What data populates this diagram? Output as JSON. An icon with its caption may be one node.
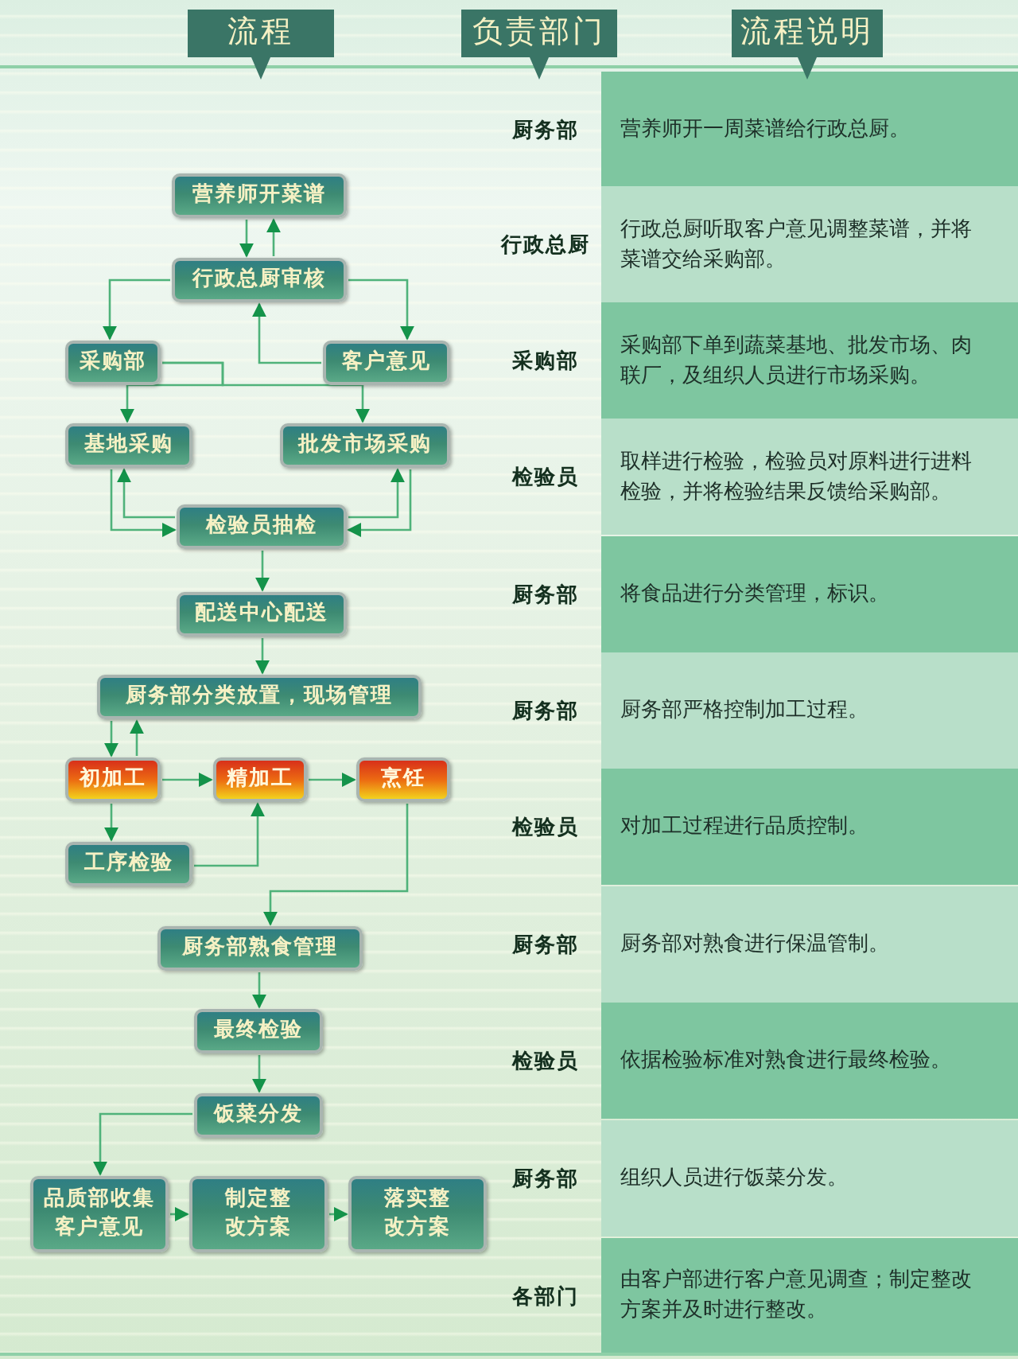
{
  "diagram": {
    "nodes": [
      {
        "text": [
          "流程"
        ]
      },
      {
        "text": [
          "负责部门"
        ]
      },
      {
        "text": [
          "流程说明"
        ]
      },
      {
        "text": [
          "营养师开菜谱"
        ]
      },
      {
        "text": [
          "行政总厨审核"
        ]
      },
      {
        "text": [
          "采购部"
        ]
      },
      {
        "text": [
          "客户意见"
        ]
      },
      {
        "text": [
          "基地采购"
        ]
      },
      {
        "text": [
          "批发市场采购"
        ]
      },
      {
        "text": [
          "检验员抽检"
        ]
      },
      {
        "text": [
          "配送中心配送"
        ]
      },
      {
        "text": [
          "厨务部分类放置，现场管理"
        ]
      },
      {
        "text": [
          "初加工"
        ]
      },
      {
        "text": [
          "精加工"
        ]
      },
      {
        "text": [
          "烹饪"
        ]
      },
      {
        "text": [
          "工序检验"
        ]
      },
      {
        "text": [
          "厨务部熟食管理"
        ]
      },
      {
        "text": [
          "最终检验"
        ]
      },
      {
        "text": [
          "饭菜分发"
        ]
      },
      {
        "text": [
          "品质部收集客户意见"
        ]
      },
      {
        "text": [
          "制定整改方案"
        ]
      },
      {
        "text": [
          "落实整改方案"
        ]
      }
    ],
    "edges": [
      {
        "from": 3,
        "to": 4,
        "arrow": "to"
      },
      {
        "from": 4,
        "to": 3,
        "arrow": "to"
      },
      {
        "from": 4,
        "to": 5,
        "arrow": "to"
      },
      {
        "from": 4,
        "to": 6,
        "arrow": "to"
      },
      {
        "from": 6,
        "to": 4,
        "arrow": "to"
      },
      {
        "from": 5,
        "to": 7,
        "arrow": "to"
      },
      {
        "from": 5,
        "to": 8,
        "arrow": "to"
      },
      {
        "from": 7,
        "to": 9,
        "arrow": "to"
      },
      {
        "from": 9,
        "to": 7,
        "arrow": "to"
      },
      {
        "from": 8,
        "to": 9,
        "arrow": "to"
      },
      {
        "from": 9,
        "to": 8,
        "arrow": "to"
      },
      {
        "from": 9,
        "to": 10,
        "arrow": "to"
      },
      {
        "from": 10,
        "to": 11,
        "arrow": "to"
      },
      {
        "from": 11,
        "to": 12,
        "arrow": "to"
      },
      {
        "from": 12,
        "to": 11,
        "arrow": "to"
      },
      {
        "from": 12,
        "to": 13,
        "arrow": "to"
      },
      {
        "from": 13,
        "to": 14,
        "arrow": "to"
      },
      {
        "from": 12,
        "to": 15,
        "arrow": "to"
      },
      {
        "from": 15,
        "to": 13,
        "arrow": "to"
      },
      {
        "from": 14,
        "to": 16,
        "arrow": "to"
      },
      {
        "from": 16,
        "to": 17,
        "arrow": "to"
      },
      {
        "from": 17,
        "to": 18,
        "arrow": "to"
      },
      {
        "from": 18,
        "to": 19,
        "arrow": "to"
      },
      {
        "from": 19,
        "to": 20,
        "arrow": "to"
      },
      {
        "from": 20,
        "to": 21,
        "arrow": "to"
      }
    ],
    "labels": [
      "厨务部",
      "营养师开一周菜谱给行政总厨。",
      "行政总厨",
      "行政总厨听取客户意见调整菜谱，并将菜谱交给采购部。",
      "采购部",
      "采购部下单到蔬菜基地、批发市场、肉联厂，及组织人员进行市场采购。",
      "检验员",
      "取样进行检验，检验员对原料进行进料检验，并将检验结果反馈给采购部。",
      "厨务部",
      "将食品进行分类管理，标识。",
      "厨务部",
      "厨务部严格控制加工过程。",
      "检验员",
      "对加工过程进行品质控制。",
      "厨务部",
      "厨务部对熟食进行保温管制。",
      "检验员",
      "依据检验标准对熟食进行最终检验。",
      "厨务部",
      "组织人员进行饭菜分发。",
      "各部门",
      "由客户部进行客户意见调查；制定整改方案并及时进行整改。"
    ]
  }
}
